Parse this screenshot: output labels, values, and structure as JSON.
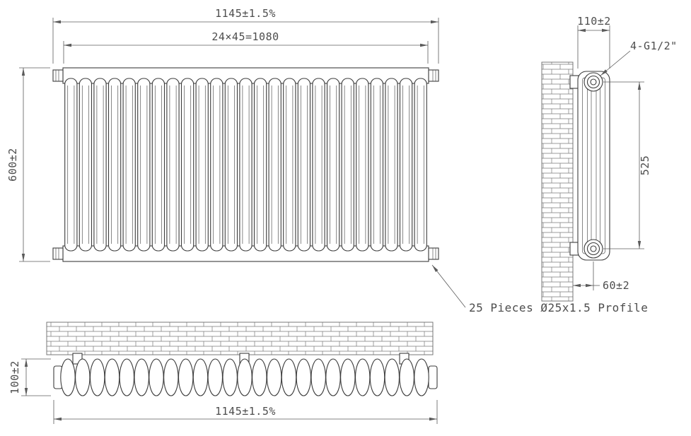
{
  "drawing": {
    "front_view": {
      "dim_overall_width": "1145±1.5%",
      "dim_column_pitch": "24×45=1080",
      "dim_height": "600±2",
      "column_count": 25
    },
    "side_view": {
      "dim_depth": "110±2",
      "dim_connections": "4-G1/2\"",
      "dim_connection_spacing": "525",
      "dim_wall_distance": "60±2"
    },
    "top_view": {
      "dim_depth": "100±2",
      "dim_overall_width": "1145±1.5%",
      "column_count": 25
    },
    "notes": {
      "profile_note": "25 Pieces Ø25x1.5 Profile"
    },
    "colors": {
      "line": "#3c3c3c",
      "dim_line": "#5b5b5b",
      "text": "#4d4d4d",
      "background": "#ffffff"
    }
  }
}
